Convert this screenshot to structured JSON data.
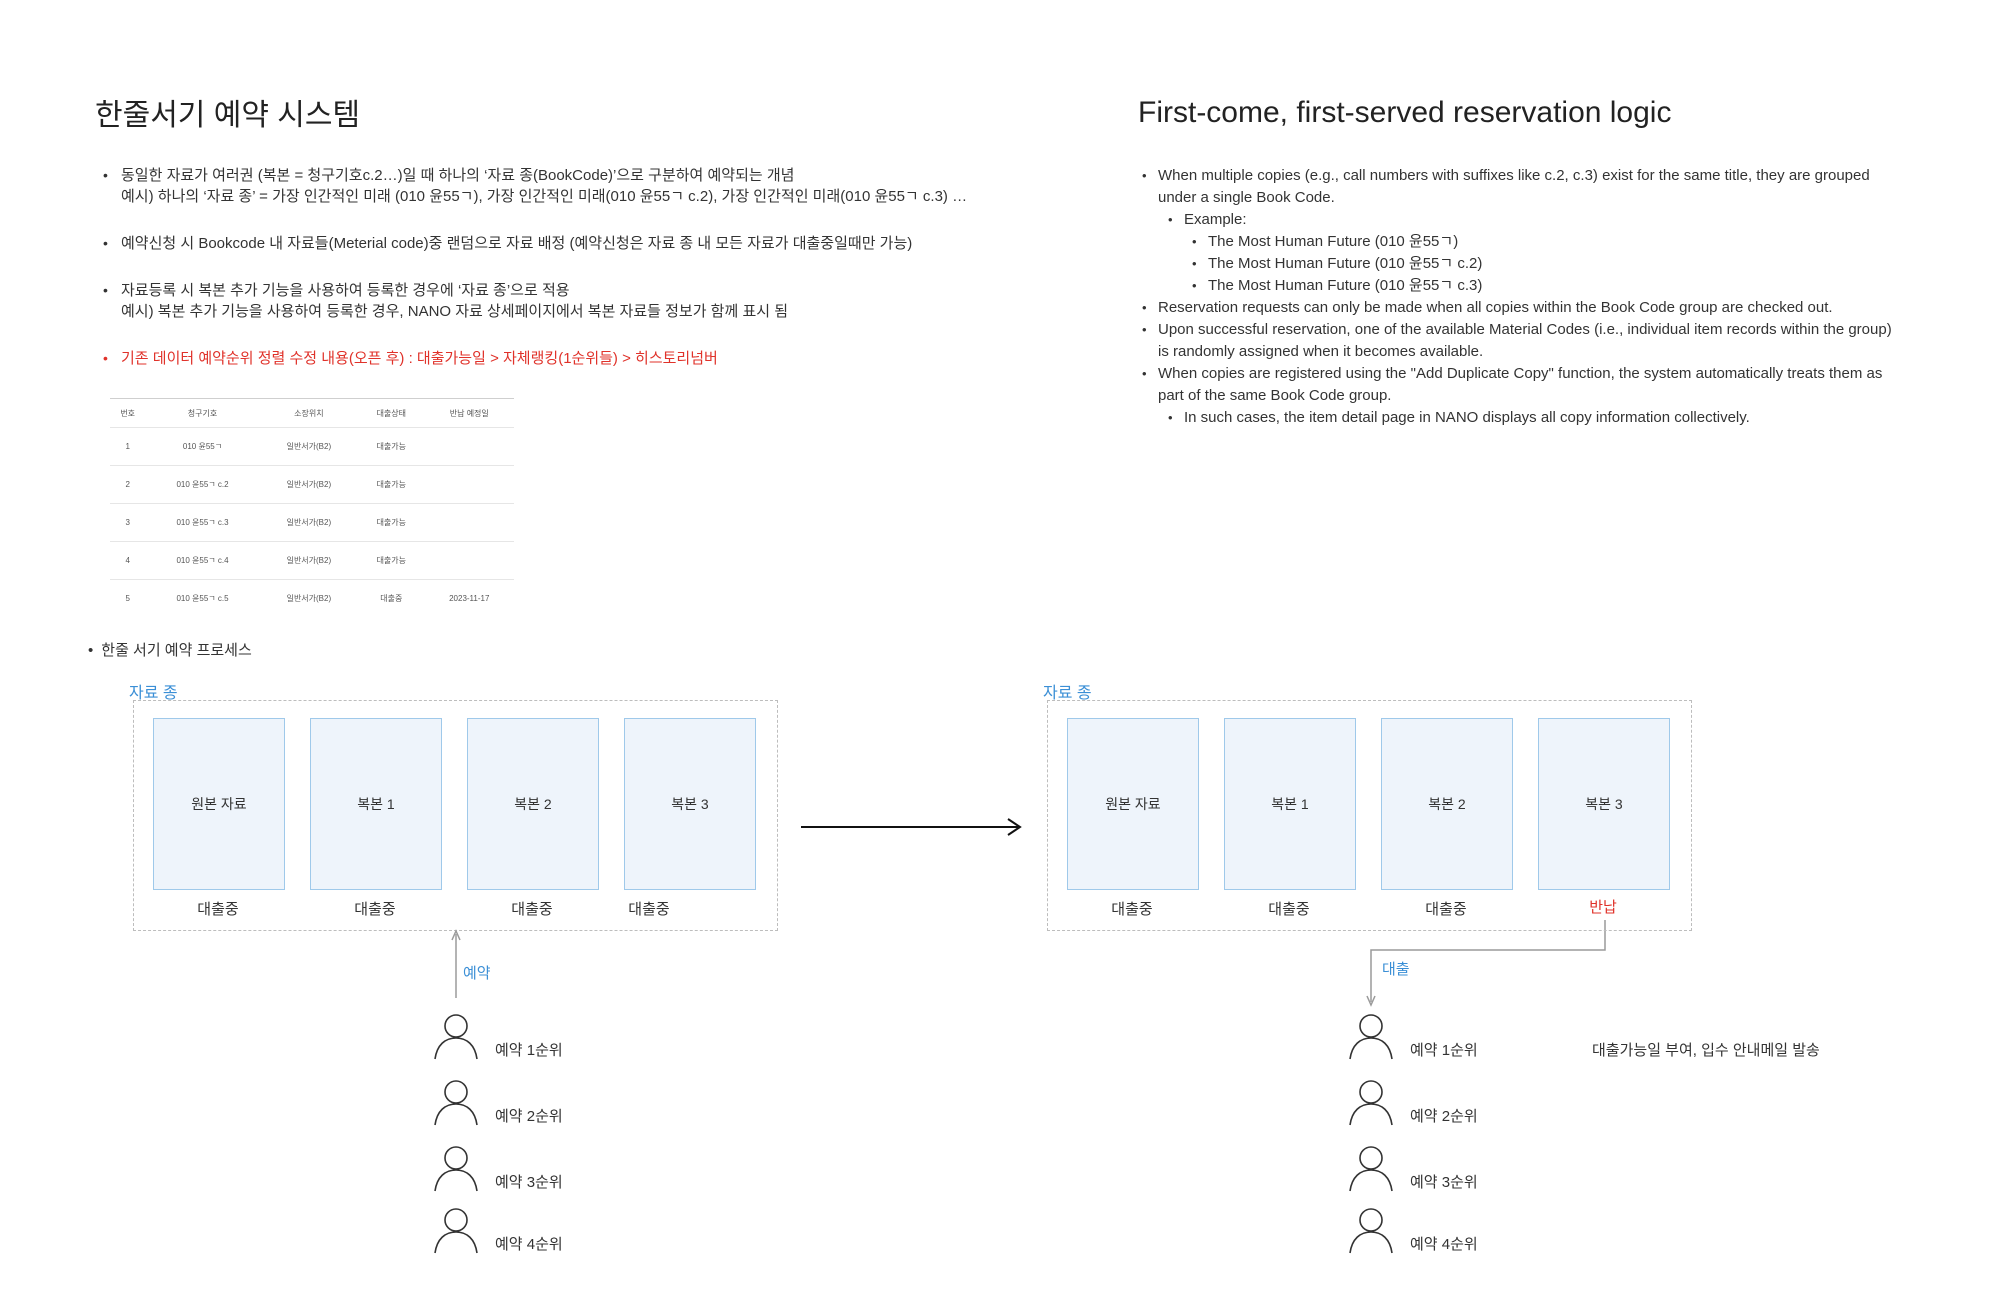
{
  "korean": {
    "title": "한줄서기 예약 시스템",
    "bullets": [
      {
        "lines": [
          "동일한 자료가 여러권 (복본 = 청구기호c.2…)일 때 하나의 ‘자료 종(BookCode)’으로 구분하여 예약되는 개념",
          "예시) 하나의 ‘자료 종’ = 가장 인간적인 미래 (010 윤55ㄱ), 가장 인간적인 미래(010 윤55ㄱ c.2), 가장 인간적인 미래(010 윤55ㄱ c.3) …"
        ],
        "highlight": false
      },
      {
        "lines": [
          "예약신청 시 Bookcode 내 자료들(Meterial code)중 랜덤으로 자료 배정 (예약신청은 자료 종 내 모든 자료가 대출중일때만 가능)"
        ],
        "highlight": false
      },
      {
        "lines": [
          "자료등록 시 복본 추가 기능을 사용하여 등록한 경우에 ‘자료 종’으로 적용",
          "예시) 복본 추가 기능을 사용하여 등록한 경우, NANO 자료 상세페이지에서 복본 자료들 정보가 함께 표시 됨"
        ],
        "highlight": false
      },
      {
        "lines": [
          "기존 데이터 예약순위 정렬 수정 내용(오픈 후) : 대출가능일 > 자체랭킹(1순위들) > 히스토리넘버"
        ],
        "highlight": true
      }
    ],
    "table": {
      "headers": [
        "번호",
        "청구기호",
        "소장위치",
        "대출상태",
        "반납 예정일"
      ],
      "rows": [
        [
          "1",
          "010 윤55ㄱ",
          "일반서가(B2)",
          "대출가능",
          ""
        ],
        [
          "2",
          "010 윤55ㄱ c.2",
          "일반서가(B2)",
          "대출가능",
          ""
        ],
        [
          "3",
          "010 윤55ㄱ c.3",
          "일반서가(B2)",
          "대출가능",
          ""
        ],
        [
          "4",
          "010 윤55ㄱ c.4",
          "일반서가(B2)",
          "대출가능",
          ""
        ],
        [
          "5",
          "010 윤55ㄱ c.5",
          "일반서가(B2)",
          "대출중",
          "2023-11-17"
        ]
      ]
    },
    "process_label": "한줄 서기 예약 프로세스"
  },
  "english": {
    "title": "First-come, first-served reservation logic",
    "bullets": [
      {
        "level": 1,
        "text": "When multiple copies (e.g., call numbers with suffixes like c.2, c.3) exist for the same title, they are grouped under a single Book Code."
      },
      {
        "level": 2,
        "text": "Example:"
      },
      {
        "level": 3,
        "text": "The Most Human Future (010 윤55ㄱ)"
      },
      {
        "level": 3,
        "text": "The Most Human Future (010 윤55ㄱ c.2)"
      },
      {
        "level": 3,
        "text": "The Most Human Future (010 윤55ㄱ c.3)"
      },
      {
        "level": 1,
        "text": "Reservation requests can only be made when all copies within the Book Code group are checked out."
      },
      {
        "level": 1,
        "text": "Upon successful reservation, one of the available Material Codes (i.e., individual item records within the group) is randomly assigned when it becomes available."
      },
      {
        "level": 1,
        "text": "When copies are registered using the \"Add Duplicate Copy\" function, the system automatically treats them as part of the same Book Code group."
      },
      {
        "level": 2,
        "text": "In such cases, the item detail page in NANO displays all copy information collectively."
      }
    ]
  },
  "diagram": {
    "before": {
      "group_label": "자료 종",
      "books": [
        {
          "label": "원본 자료",
          "status": "대출중"
        },
        {
          "label": "복본 1",
          "status": "대출중"
        },
        {
          "label": "복본 2",
          "status": "대출중"
        },
        {
          "label": "복본 3",
          "status": "대출중"
        }
      ],
      "edge_label": "예약",
      "queue": [
        "예약 1순위",
        "예약 2순위",
        "예약 3순위",
        "예약 4순위"
      ]
    },
    "after": {
      "group_label": "자료 종",
      "books": [
        {
          "label": "원본 자료",
          "status": "대출중"
        },
        {
          "label": "복본 1",
          "status": "대출중"
        },
        {
          "label": "복본 2",
          "status": "대출중"
        },
        {
          "label": "복본 3",
          "status": "반납"
        }
      ],
      "edge_label": "대출",
      "queue": [
        "예약 1순위",
        "예약 2순위",
        "예약 3순위",
        "예약 4순위"
      ],
      "first_note": "대출가능일 부여, 입수 안내메일 발송"
    },
    "colors": {
      "accent": "#3b8fd6",
      "returned": "#e0322a",
      "book_fill": "#eef4fb",
      "book_border": "#9fc9ea"
    }
  }
}
